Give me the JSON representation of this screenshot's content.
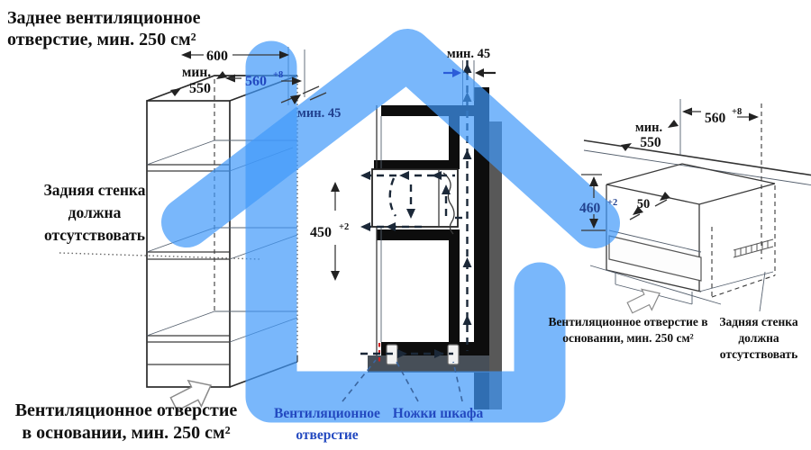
{
  "colors": {
    "overlay_blue": "#85b8ec",
    "overlay_fill_rgba": "rgba(64,153,250,0.70)",
    "label_blue": "#2349c0",
    "dim_blue": "#21418f",
    "wall_black": "#0d0d0d",
    "shadow_gray": "#585858",
    "plinth_gray": "#474f58",
    "vent_red": "#d02222"
  },
  "title_block": {
    "line1": "Заднее вентиляционное",
    "line2": "отверстие, мин. 250 см²"
  },
  "left_diagram": {
    "back_wall_note": [
      "Задняя стенка",
      "должна",
      "отсутствовать"
    ],
    "base_vent_note": [
      "Вентиляционное отверстие",
      "в основании, мин. 250 см²"
    ],
    "dim_min": "мин.",
    "dim_550": "550",
    "dim_600": "600",
    "dim_560": "560",
    "dim_560_sup": "+8",
    "dim_min45": "мин. 45",
    "dim_450": "450",
    "dim_450_sup": "+2"
  },
  "center_diagram": {
    "dim_min45": "мин. 45",
    "vent_label": [
      "Вентиляционное",
      "отверстие"
    ],
    "feet_label": "Ножки шкафа"
  },
  "right_diagram": {
    "dim_min": "мин.",
    "dim_550": "550",
    "dim_560": "560",
    "dim_560_sup": "+8",
    "dim_460": "460",
    "dim_460_sup": "+2",
    "dim_50": "50",
    "base_vent_note": [
      "Вентиляционное отверстие в",
      "основании, мин. 250 см²"
    ],
    "back_wall_note": [
      "Задняя стенка",
      "должна",
      "отсутствовать"
    ]
  }
}
